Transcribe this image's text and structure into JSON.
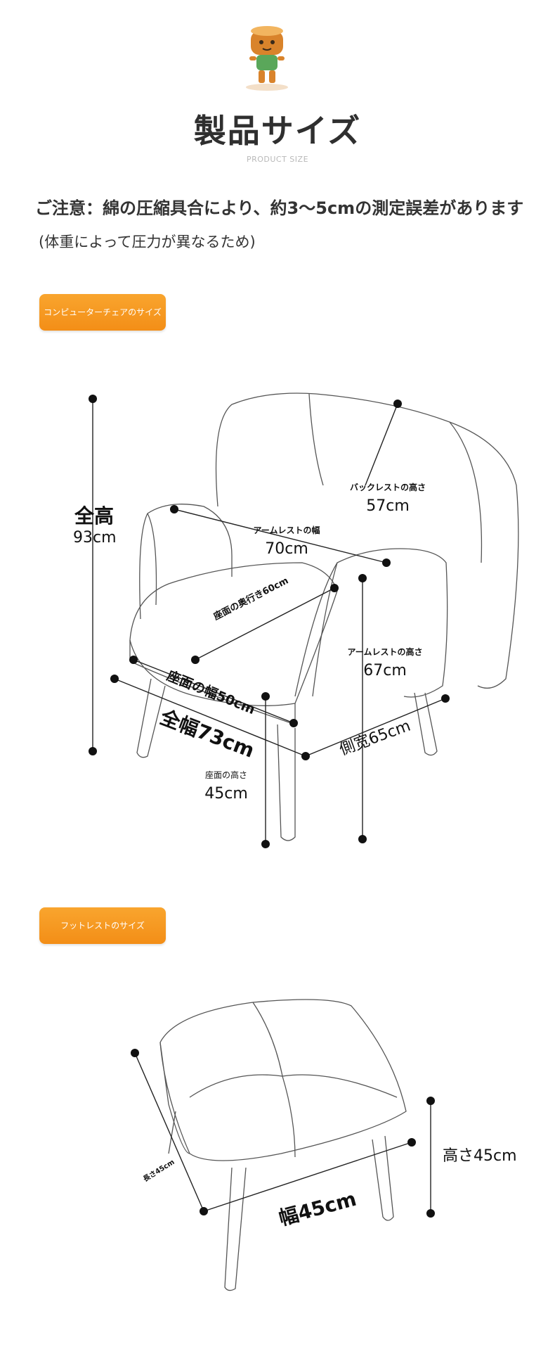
{
  "header": {
    "title": "製品サイズ",
    "subtitle": "PRODUCT SIZE",
    "mascot_icon": "tree-stump-mascot"
  },
  "notice": {
    "main": "ご注意：綿の圧縮具合により、約3〜5cmの測定誤差があります",
    "sub": "(体重によって圧力が異なるため)"
  },
  "chair_section": {
    "tag": "コンピューターチェアのサイズ",
    "labels": {
      "total_height_title": "全高",
      "total_height_value": "93cm",
      "armrest_width_title": "アームレストの幅",
      "armrest_width_value": "70cm",
      "backrest_height_title": "バックレストの高さ",
      "backrest_height_value": "57cm",
      "seat_depth": "座面の奥行き60cm",
      "seat_width": "座面の幅50cm",
      "total_width": "全幅73cm",
      "side_width": "側宽65cm",
      "armrest_height_title": "アームレストの高さ",
      "armrest_height_value": "67cm",
      "seat_height_title": "座面の高さ",
      "seat_height_value": "45cm"
    }
  },
  "footrest_section": {
    "tag": "フットレストのサイズ",
    "labels": {
      "length": "長さ45cm",
      "width": "幅45cm",
      "height": "高さ45cm"
    }
  },
  "colors": {
    "accent_orange": "#f5981f",
    "line": "#222222",
    "outline": "#555555"
  }
}
